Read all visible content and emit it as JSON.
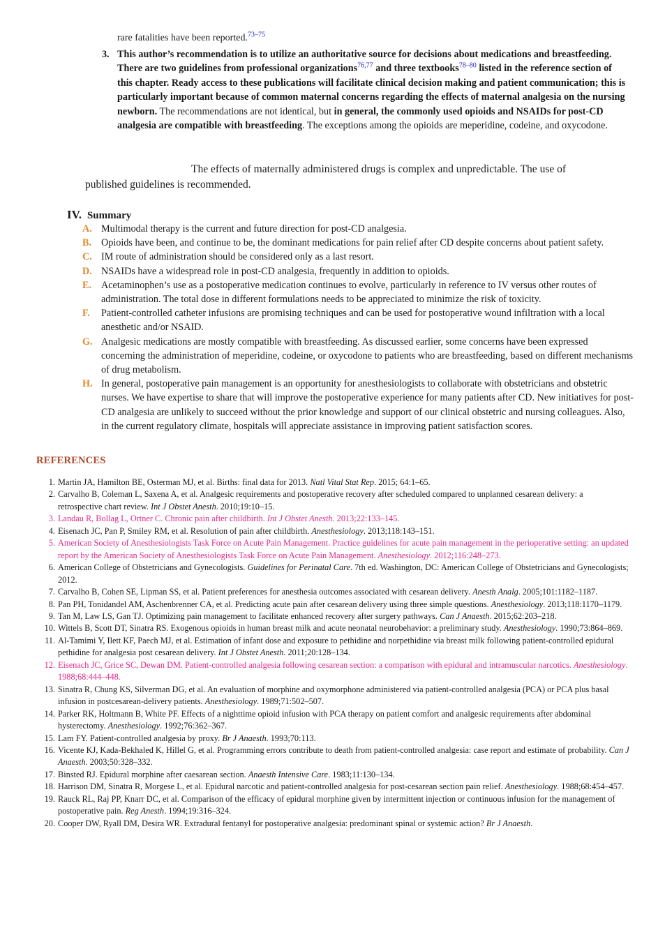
{
  "intro": {
    "fatalities_text": "rare fatalities have been reported.",
    "fatalities_sup": "73–75"
  },
  "item3": {
    "number": "3.",
    "bold1": "This author’s recommendation is to utilize an authoritative source for decisions about medications and breastfeeding. There are two guidelines from professional organizations",
    "sup1": "76,77",
    "bold2": " and three textbooks",
    "sup2": "78–80",
    "bold3": " listed in the reference section of this chapter. Ready access to these publications will facilitate clinical decision making and patient communication; this is particularly important because of common maternal concerns regarding the effects of maternal analgesia on the nursing newborn.",
    "plain1": " The recommendations are not identical, but ",
    "bold4": "in general, the commonly used opioids and NSAIDs for post-CD analgesia are compatible with breastfeeding",
    "plain2": ". The exceptions among the opioids are meperidine, codeine, and oxycodone."
  },
  "pullquote": {
    "line1": "The effects of maternally administered drugs is complex and unpredictable. The use of",
    "line2": "published guidelines is recommended."
  },
  "summary": {
    "roman": "IV.",
    "title": "Summary",
    "items": [
      {
        "letter": "A.",
        "text": "Multimodal therapy is the current and future direction for post-CD analgesia."
      },
      {
        "letter": "B.",
        "text": "Opioids have been, and continue to be, the dominant medications for pain relief after CD despite concerns about patient safety."
      },
      {
        "letter": "C.",
        "text": "IM route of administration should be considered only as a last resort."
      },
      {
        "letter": "D.",
        "text": "NSAIDs have a widespread role in post-CD analgesia, frequently in addition to opioids."
      },
      {
        "letter": "E.",
        "text": "Acetaminophen’s use as a postoperative medication continues to evolve, particularly in reference to IV versus other routes of administration. The total dose in different formulations needs to be appreciated to minimize the risk of toxicity."
      },
      {
        "letter": "F.",
        "text": "Patient-controlled catheter infusions are promising techniques and can be used for postoperative wound infiltration with a local anesthetic and/or NSAID."
      },
      {
        "letter": "G.",
        "text": "Analgesic medications are mostly compatible with breastfeeding. As discussed earlier, some concerns have been expressed concerning the administration of meperidine, codeine, or oxycodone to patients who are breastfeeding, based on different mechanisms of drug metabolism."
      },
      {
        "letter": "H.",
        "text": "In general, postoperative pain management is an opportunity for anesthesiologists to collaborate with obstetricians and obstetric nurses. We have expertise to share that will improve the postoperative experience for many patients after CD. New initiatives for post-CD analgesia are unlikely to succeed without the prior knowledge and support of our clinical obstetric and nursing colleagues. Also, in the current regulatory climate, hospitals will appreciate assistance in improving patient satisfaction scores."
      }
    ]
  },
  "references": {
    "heading": "REFERENCES",
    "items": [
      {
        "n": "1.",
        "pre": "Martin JA, Hamilton BE, Osterman MJ, et al. Births: final data for 2013. ",
        "journal": "Natl Vital Stat Rep",
        "post": ". 2015; 64:1–65."
      },
      {
        "n": "2.",
        "pre": "Carvalho B, Coleman L, Saxena A, et al. Analgesic requirements and postoperative recovery after scheduled compared to unplanned cesarean delivery: a retrospective chart review. ",
        "journal": "Int J Obstet Anesth",
        "post": ". 2010;19:10–15."
      },
      {
        "n": "3.",
        "pre": "Landau R, Bollag L, Ortner C. Chronic pain after childbirth. ",
        "journal": "Int J Obstet Anesth",
        "post": ". 2013;22:133–145."
      },
      {
        "n": "4.",
        "pre": "Eisenach JC, Pan P, Smiley RM, et al. Resolution of pain after childbirth. ",
        "journal": "Anesthesiology",
        "post": ". 2013;118:143–151."
      },
      {
        "n": "5.",
        "pre": "American Society of Anesthesiologists Task Force on Acute Pain Management. Practice guidelines for acute pain management in the perioperative setting: an updated report by the American Society of Anesthesiologists Task Force on Acute Pain Management. ",
        "journal": "Anesthesiology",
        "post": ". 2012;116:248–273."
      },
      {
        "n": "6.",
        "pre": "American College of Obstetricians and Gynecologists. ",
        "journal": "Guidelines for Perinatal Care",
        "post": ". 7th ed. Washington, DC: American College of Obstetricians and Gynecologists; 2012."
      },
      {
        "n": "7.",
        "pre": "Carvalho B, Cohen SE, Lipman SS, et al. Patient preferences for anesthesia outcomes associated with cesarean delivery. ",
        "journal": "Anesth Analg",
        "post": ". 2005;101:1182–1187."
      },
      {
        "n": "8.",
        "pre": "Pan PH, Tonidandel AM, Aschenbrenner CA, et al. Predicting acute pain after cesarean delivery using three simple questions. ",
        "journal": "Anesthesiology",
        "post": ". 2013;118:1170–1179."
      },
      {
        "n": "9.",
        "pre": "Tan M, Law LS, Gan TJ. Optimizing pain management to facilitate enhanced recovery after surgery pathways. ",
        "journal": "Can J Anaesth",
        "post": ". 2015;62:203–218."
      },
      {
        "n": "10.",
        "pre": "Wittels B, Scott DT, Sinatra RS. Exogenous opioids in human breast milk and acute neonatal neurobehavior: a preliminary study. ",
        "journal": "Anesthesiology",
        "post": ". 1990;73:864–869."
      },
      {
        "n": "11.",
        "pre": "Al-Tamimi Y, Ilett KF, Paech MJ, et al. Estimation of infant dose and exposure to pethidine and norpethidine via breast milk following patient-controlled epidural pethidine for analgesia post cesarean delivery. ",
        "journal": "Int J Obstet Anesth",
        "post": ". 2011;20:128–134."
      },
      {
        "n": "12.",
        "pre": "Eisenach JC, Grice SC, Dewan DM. Patient-controlled analgesia following cesarean section: a comparison with epidural and intramuscular narcotics. ",
        "journal": "Anesthesiology",
        "post": ". 1988;68:444–448."
      },
      {
        "n": "13.",
        "pre": "Sinatra R, Chung KS, Silverman DG, et al. An evaluation of morphine and oxymorphone administered via patient-controlled analgesia (PCA) or PCA plus basal infusion in postcesarean-delivery patients. ",
        "journal": "Anesthesiology",
        "post": ". 1989;71:502–507."
      },
      {
        "n": "14.",
        "pre": "Parker RK, Holtmann B, White PF. Effects of a nighttime opioid infusion with PCA therapy on patient comfort and analgesic requirements after abdominal hysterectomy. ",
        "journal": "Anesthesiology",
        "post": ". 1992;76:362–367."
      },
      {
        "n": "15.",
        "pre": "Lam FY. Patient-controlled analgesia by proxy. ",
        "journal": "Br J Anaesth",
        "post": ". 1993;70:113."
      },
      {
        "n": "16.",
        "pre": "Vicente KJ, Kada-Bekhaled K, Hillel G, et al. Programming errors contribute to death from patient-controlled analgesia: case report and estimate of probability. ",
        "journal": "Can J Anaesth",
        "post": ". 2003;50:328–332."
      },
      {
        "n": "17.",
        "pre": "Binsted RJ. Epidural morphine after caesarean section. ",
        "journal": "Anaesth Intensive Care",
        "post": ". 1983;11:130–134."
      },
      {
        "n": "18.",
        "pre": "Harrison DM, Sinatra R, Morgese L, et al. Epidural narcotic and patient-controlled analgesia for post-cesarean section pain relief. ",
        "journal": "Anesthesiology",
        "post": ". 1988;68:454–457."
      },
      {
        "n": "19.",
        "pre": "Rauck RL, Raj PP, Knarr DC, et al. Comparison of the efficacy of epidural morphine given by intermittent injection or continuous infusion for the management of postoperative pain. ",
        "journal": "Reg Anesth",
        "post": ". 1994;19:316–324."
      },
      {
        "n": "20.",
        "pre": "Cooper DW, Ryall DM, Desira WR. Extradural fentanyl for postoperative analgesia: predominant spinal or systemic action? ",
        "journal": "Br J Anaesth",
        "post": "."
      }
    ]
  },
  "colors": {
    "summary_letter": "#e0882a",
    "references_heading": "#b04a2c",
    "highlighted_reference": "#e0298a",
    "citation_link": "#2222cc"
  }
}
